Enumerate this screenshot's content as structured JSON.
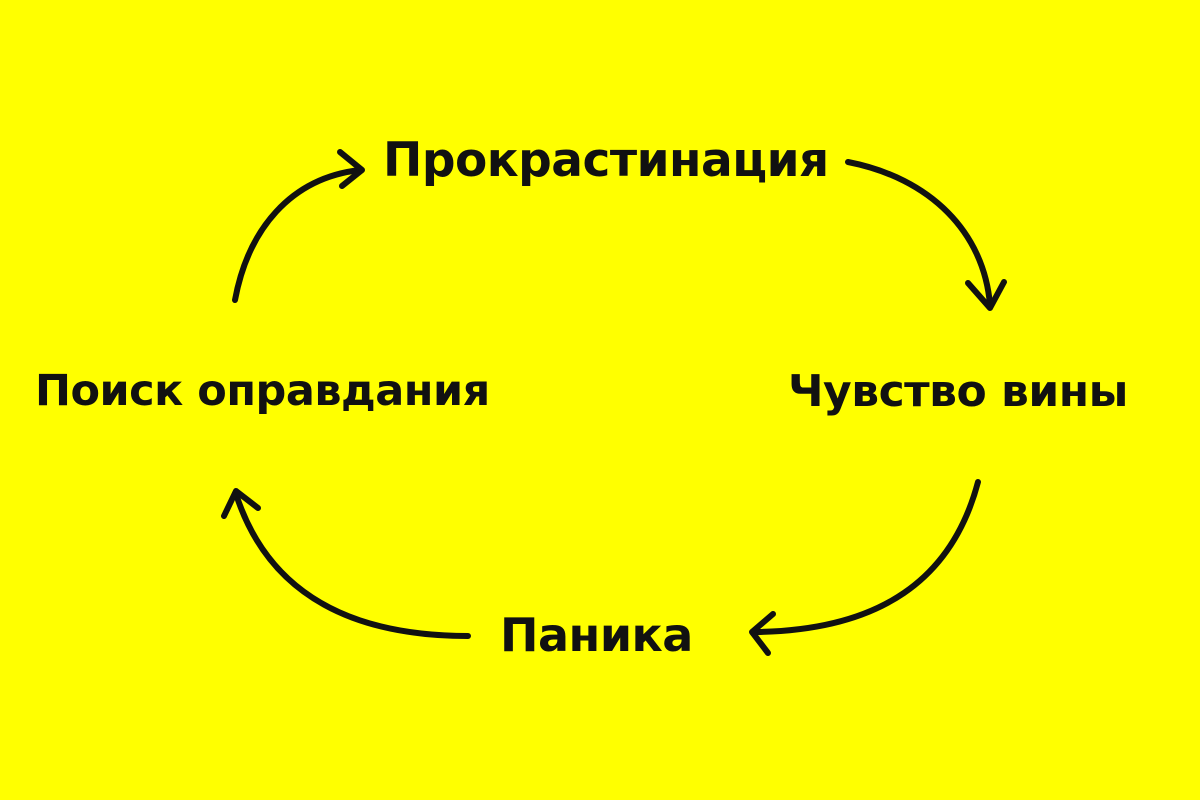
{
  "diagram": {
    "type": "cycle",
    "direction": "clockwise",
    "nodes": [
      {
        "id": "top",
        "label": "Прокрастинация"
      },
      {
        "id": "right",
        "label": "Чувство вины"
      },
      {
        "id": "bottom",
        "label": "Паника"
      },
      {
        "id": "left",
        "label": "Поиск оправдания"
      }
    ],
    "edges": [
      {
        "from": "top",
        "to": "right"
      },
      {
        "from": "right",
        "to": "bottom"
      },
      {
        "from": "bottom",
        "to": "left"
      },
      {
        "from": "left",
        "to": "top"
      }
    ]
  },
  "colors": {
    "background": "#FFFF00",
    "ink": "#111111"
  }
}
